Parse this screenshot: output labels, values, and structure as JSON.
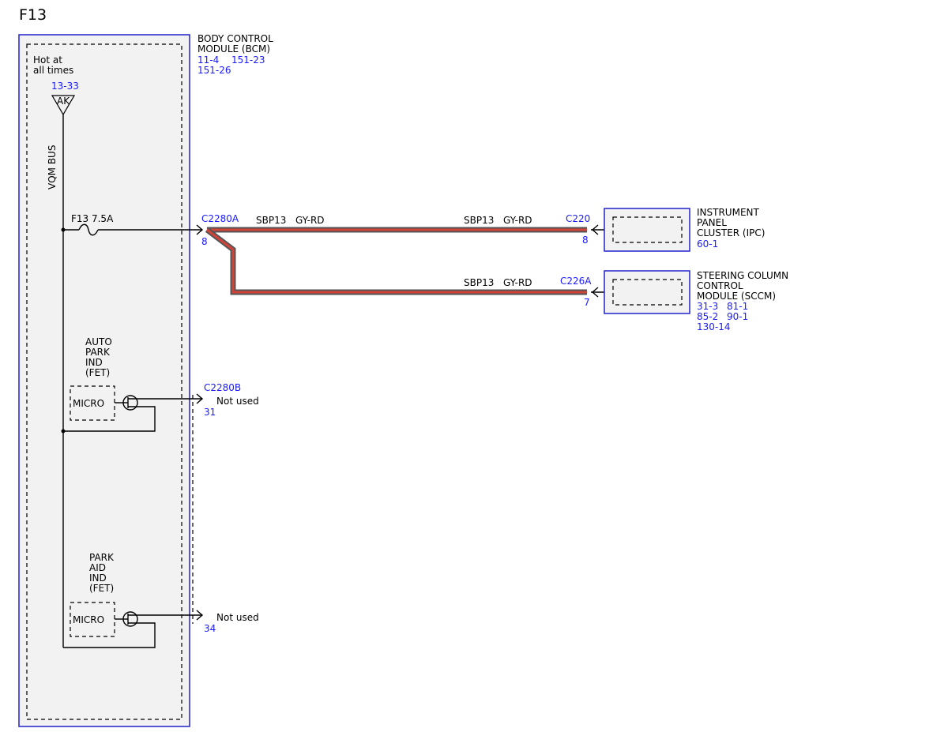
{
  "page_title": "F13",
  "bcm": {
    "name_line1": "BODY CONTROL",
    "name_line2": "MODULE (BCM)",
    "ref1": "11-4",
    "ref2": "151-23",
    "ref3": "151-26",
    "hot_line1": "Hot at",
    "hot_line2": "all times",
    "hot_ref": "13-33",
    "bus_tag": "AK",
    "bus_label": "VQM BUS",
    "fuse_label": "F13  7.5A",
    "auto_park": [
      "AUTO",
      "PARK",
      "IND",
      "(FET)"
    ],
    "park_aid": [
      "PARK",
      "AID",
      "IND",
      "(FET)"
    ],
    "micro_label": "MICRO"
  },
  "connectors": {
    "c2280a": "C2280A",
    "c2280a_pin": "8",
    "c2280b": "C2280B",
    "c2280b_pin31": "31",
    "c2280b_pin34": "34",
    "not_used": "Not used",
    "c220": "C220",
    "c220_pin": "8",
    "c226a": "C226A",
    "c226a_pin": "7"
  },
  "circuits": {
    "circuit": "SBP13",
    "color": "GY-RD"
  },
  "ipc": {
    "lines": [
      "INSTRUMENT",
      "PANEL",
      "CLUSTER (IPC)"
    ],
    "ref": "60-1"
  },
  "sccm": {
    "lines": [
      "STEERING COLUMN",
      "CONTROL",
      "MODULE (SCCM)"
    ],
    "refs_line1": [
      "31-3",
      "81-1"
    ],
    "refs_line2": [
      "85-2",
      "90-1"
    ],
    "refs_line3": "130-14"
  },
  "colors": {
    "link_blue": "#1a1aff",
    "module_border": "#2222cc",
    "module_fill": "#f2f2f2",
    "harness_gray": "#555555",
    "harness_red": "#d0443a"
  }
}
